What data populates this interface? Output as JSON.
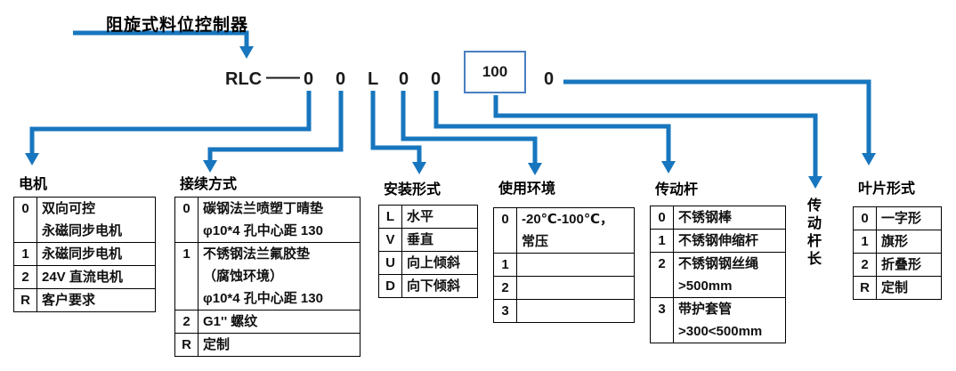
{
  "header": {
    "title": "阻旋式料位控制器"
  },
  "model_code": {
    "prefix": "RLC",
    "dash": "——",
    "digits": [
      "0",
      "0",
      "L",
      "0",
      "0"
    ],
    "boxed_value": "100",
    "last_digit": "0"
  },
  "rod_length_label": "传动杆长",
  "sections": [
    {
      "id": "motor",
      "title": "电机",
      "rows": [
        {
          "code": "0",
          "desc": "双向可控\n永磁同步电机"
        },
        {
          "code": "1",
          "desc": "永磁同步电机"
        },
        {
          "code": "2",
          "desc": "24V 直流电机"
        },
        {
          "code": "R",
          "desc": "客户要求"
        }
      ]
    },
    {
      "id": "connection",
      "title": "接续方式",
      "rows": [
        {
          "code": "0",
          "desc": "碳钢法兰喷塑丁晴垫\nφ10*4 孔中心距 130"
        },
        {
          "code": "1",
          "desc": "不锈钢法兰氟胶垫\n（腐蚀环境）\nφ10*4 孔中心距 130"
        },
        {
          "code": "2",
          "desc": "G1'' 螺纹"
        },
        {
          "code": "R",
          "desc": "定制"
        }
      ]
    },
    {
      "id": "mount",
      "title": "安装形式",
      "rows": [
        {
          "code": "L",
          "desc": "水平"
        },
        {
          "code": "V",
          "desc": "垂直"
        },
        {
          "code": "U",
          "desc": "向上倾斜"
        },
        {
          "code": "D",
          "desc": "向下倾斜"
        }
      ]
    },
    {
      "id": "environment",
      "title": "使用环境",
      "rows": [
        {
          "code": "0",
          "desc": "-20℃-100℃，\n常压"
        },
        {
          "code": "1",
          "desc": ""
        },
        {
          "code": "2",
          "desc": ""
        },
        {
          "code": "3",
          "desc": ""
        }
      ]
    },
    {
      "id": "rod",
      "title": "传动杆",
      "rows": [
        {
          "code": "0",
          "desc": "不锈钢棒"
        },
        {
          "code": "1",
          "desc": "不锈钢伸缩杆"
        },
        {
          "code": "2",
          "desc": "不锈钢钢丝绳\n>500mm"
        },
        {
          "code": "3",
          "desc": "带护套管\n>300<500mm"
        }
      ]
    },
    {
      "id": "blade",
      "title": "叶片形式",
      "rows": [
        {
          "code": "0",
          "desc": "一字形"
        },
        {
          "code": "1",
          "desc": "旗形"
        },
        {
          "code": "2",
          "desc": "折叠形"
        },
        {
          "code": "R",
          "desc": "定制"
        }
      ]
    }
  ],
  "colors": {
    "arrow_blue": "#1776be",
    "box_border": "#4a7ebf"
  }
}
